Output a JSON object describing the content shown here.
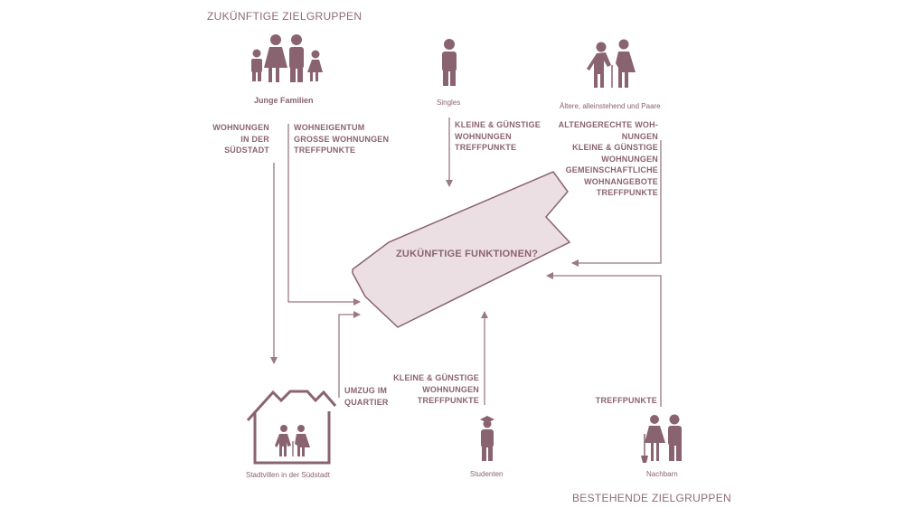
{
  "headings": {
    "future": "ZUKÜNFTIGE ZIELGRUPPEN",
    "existing": "BESTEHENDE ZIELGRUPPEN"
  },
  "center": {
    "title": "ZUKÜNFTIGE FUNKTIONEN?"
  },
  "groups": {
    "families": "Junge Familien",
    "singles": "Singles",
    "seniors": "Ältere, alleinstehend und Paare",
    "villas": "Stadtvillen in der Südstadt",
    "students": "Studenten",
    "neighbours": "Nachbarn"
  },
  "flows": {
    "families_left": "WOHNUNGEN\nIN DER\nSÜDSTADT",
    "families_right": "WOHNEIGENTUM\nGROSSE WOHNUNGEN\nTREFFPUNKTE",
    "singles": "KLEINE & GÜNSTIGE\nWOHNUNGEN\nTREFFPUNKTE",
    "seniors": "ALTENGERECHTE WOH-\nNUNGEN\nKLEINE & GÜNSTIGE\nWOHNUNGEN\nGEMEINSCHAFTLICHE\nWOHNANGEBOTE\nTREFFPUNKTE",
    "villas": "UMZUG IM\nQUARTIER",
    "students": "KLEINE & GÜNSTIGE\nWOHNUNGEN\nTREFFPUNKTE",
    "neighbours": "TREFFPUNKTE"
  },
  "colors": {
    "primary": "#8a6370",
    "shape_fill": "#ecdfe3",
    "line": "#9a7884"
  }
}
